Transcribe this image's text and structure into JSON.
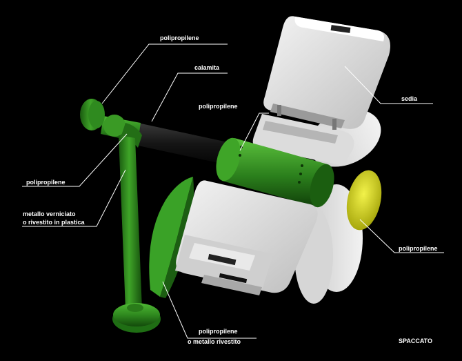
{
  "labels": {
    "polipropilene_top": "polipropilene",
    "calamita": "calamita",
    "polipropilene_center": "polipropilene",
    "sedia": "sedia",
    "polipropilene_left": "polipropilene",
    "metallo_line1": "metallo verniciato",
    "metallo_line2": "o rivestito in plastica",
    "polipropilene_right": "polipropilene",
    "bottom_line1": "polipropilene",
    "bottom_line2": "o metallo rivestito",
    "spaccato": "SPACCATO"
  },
  "colors": {
    "background": "#000000",
    "green": "#2f8a1f",
    "green_dark": "#1a5a10",
    "green_light": "#4db032",
    "white_part": "#e6e6e6",
    "yellow": "#d6d620",
    "magnet": "#1a1a1a"
  }
}
